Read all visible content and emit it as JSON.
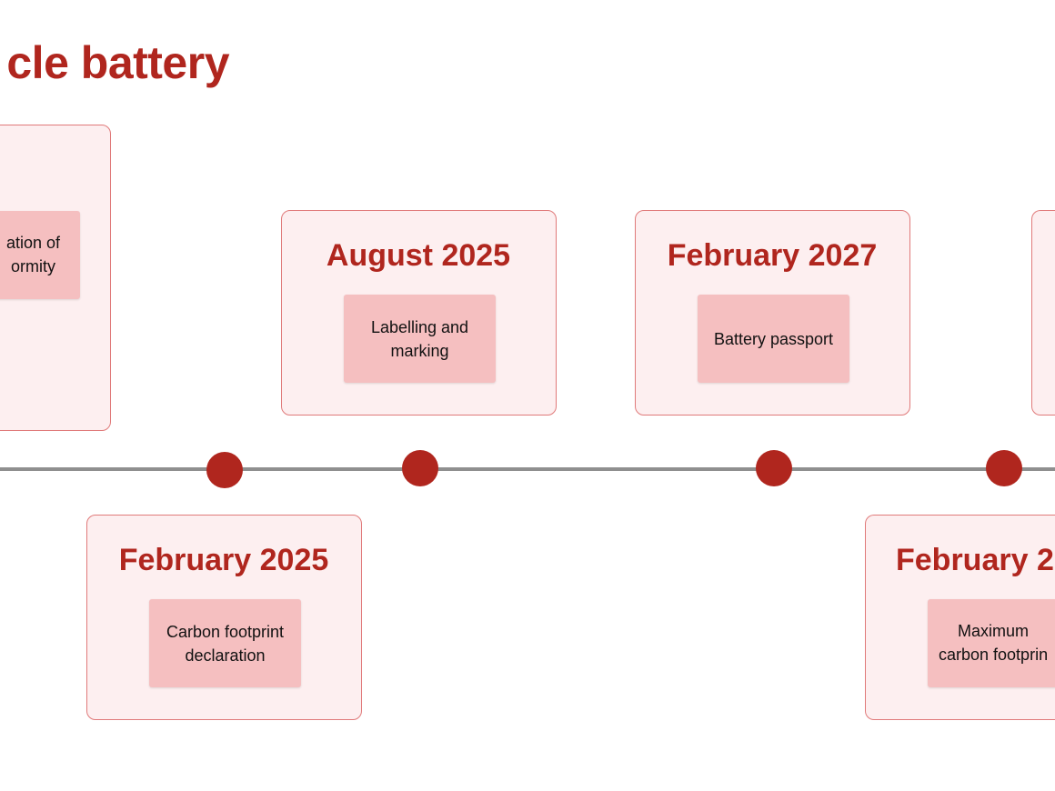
{
  "title": "cle battery",
  "events": [
    {
      "date": "",
      "item": "ation of\normity"
    },
    {
      "date": "February 2025",
      "item": "Carbon footprint\ndeclaration"
    },
    {
      "date": "August 2025",
      "item": "Labelling and\nmarking"
    },
    {
      "date": "February 2027",
      "item": "Battery passport"
    },
    {
      "date": "",
      "item": ""
    },
    {
      "date": "February 2",
      "item": "Maximum\ncarbon footprin"
    }
  ],
  "colors": {
    "accent": "#b0261e",
    "card_background": "#fdeff0",
    "card_border": "#e07a7a",
    "item_background": "#f5bfc0",
    "timeline": "#8f8f8f"
  }
}
